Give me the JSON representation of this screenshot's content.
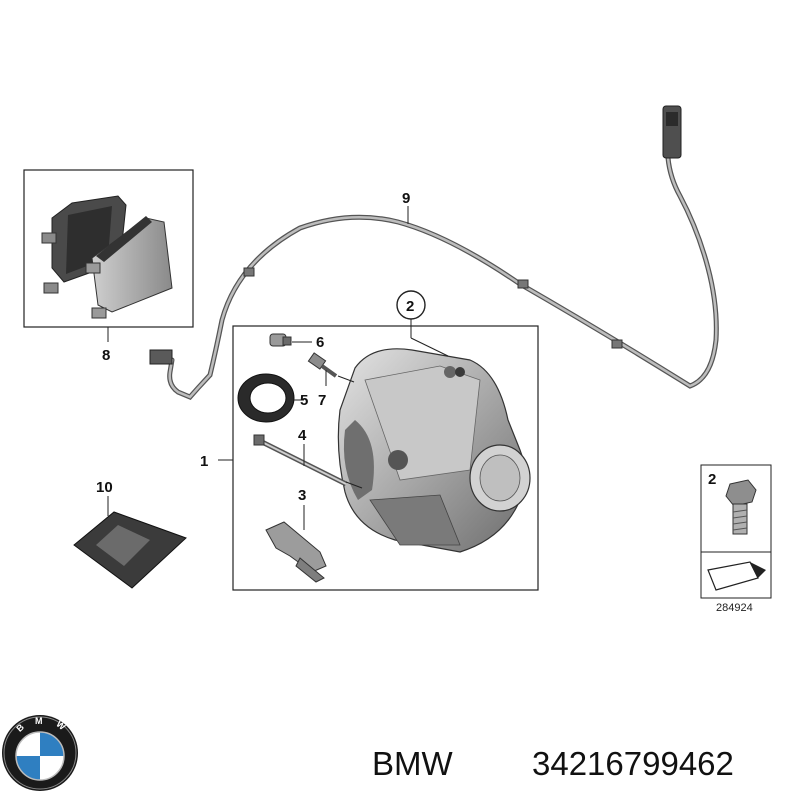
{
  "diagram": {
    "callouts": {
      "n1": "1",
      "n2": "2",
      "n3": "3",
      "n4": "4",
      "n5": "5",
      "n6": "6",
      "n7": "7",
      "n8": "8",
      "n9": "9",
      "n10": "10",
      "inset_n2": "2"
    },
    "reference_number": "284924"
  },
  "logo": {
    "letters": [
      "B",
      "M",
      "W"
    ]
  },
  "caption": {
    "brand": "BMW",
    "part_number": "34216799462"
  },
  "colors": {
    "part_fill": "#b9b9b9",
    "part_dark": "#5a5a5a",
    "line": "#111111",
    "logo_blue": "#2f7fc1",
    "logo_black": "#1a1a1a"
  },
  "icons": [
    "brake-pad-set",
    "wear-sensor-cable",
    "brake-caliper",
    "bleeder-screw",
    "seal-ring",
    "guide-pin",
    "spring-clip",
    "grease-packet",
    "hex-bolt",
    "bmw-logo"
  ]
}
